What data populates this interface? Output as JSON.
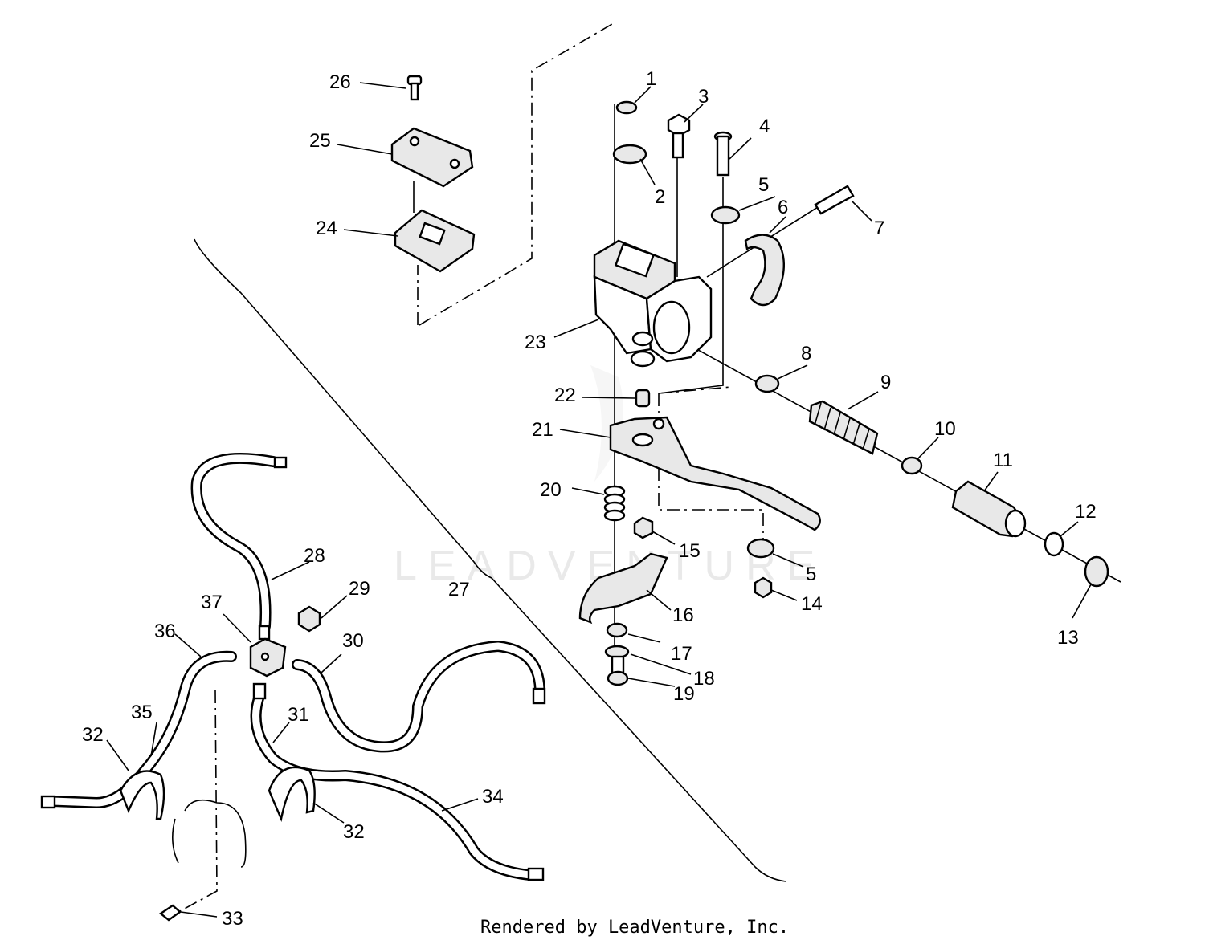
{
  "watermark": "LEADVENTURE",
  "credit": "Rendered by LeadVenture, Inc.",
  "callouts": [
    "1",
    "2",
    "3",
    "4",
    "5",
    "5",
    "6",
    "7",
    "8",
    "9",
    "10",
    "11",
    "12",
    "13",
    "14",
    "15",
    "16",
    "17",
    "18",
    "19",
    "20",
    "21",
    "22",
    "23",
    "24",
    "25",
    "26",
    "27",
    "28",
    "29",
    "30",
    "31",
    "32",
    "32",
    "33",
    "34",
    "35",
    "36",
    "37"
  ]
}
